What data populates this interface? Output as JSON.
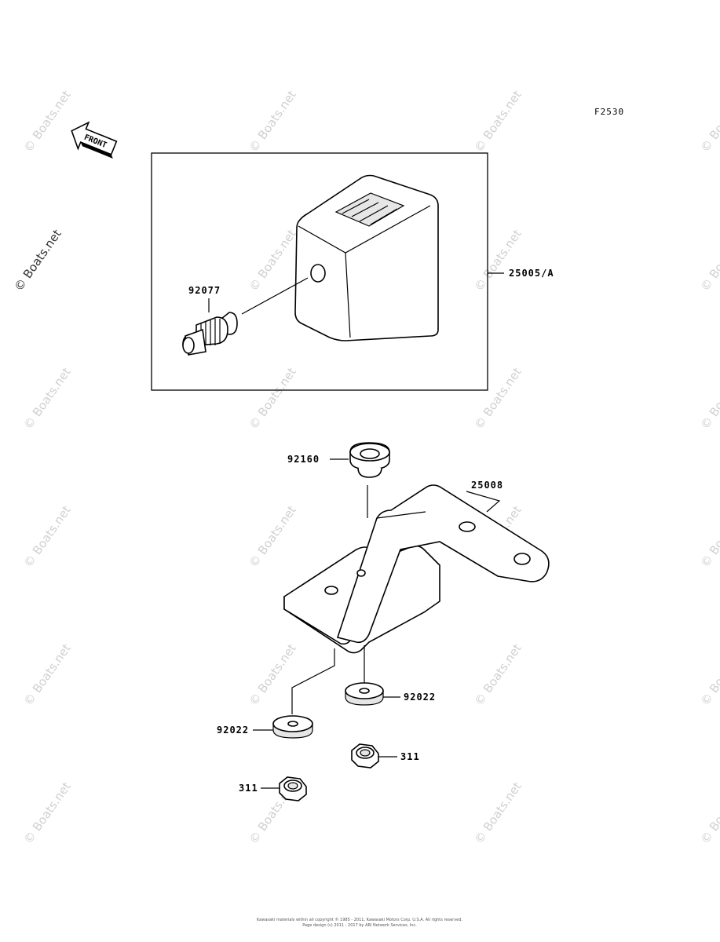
{
  "diagram": {
    "figure_code": "F2530",
    "front_label": "FRONT",
    "parts": {
      "meter": "25005/A",
      "gear": "92077",
      "grommet": "92160",
      "bracket": "25008",
      "washer_right": "92022",
      "washer_left": "92022",
      "nut_right": "311",
      "nut_left": "311"
    },
    "watermark": "© Boats.net",
    "footer_line1": "Kawasaki materials within all copyright © 1985 - 2011, Kawasaki Motors Corp. U.S.A. All rights reserved.",
    "footer_line2": "Page design (c) 2011 - 2017 by ARI Network Services, Inc."
  }
}
